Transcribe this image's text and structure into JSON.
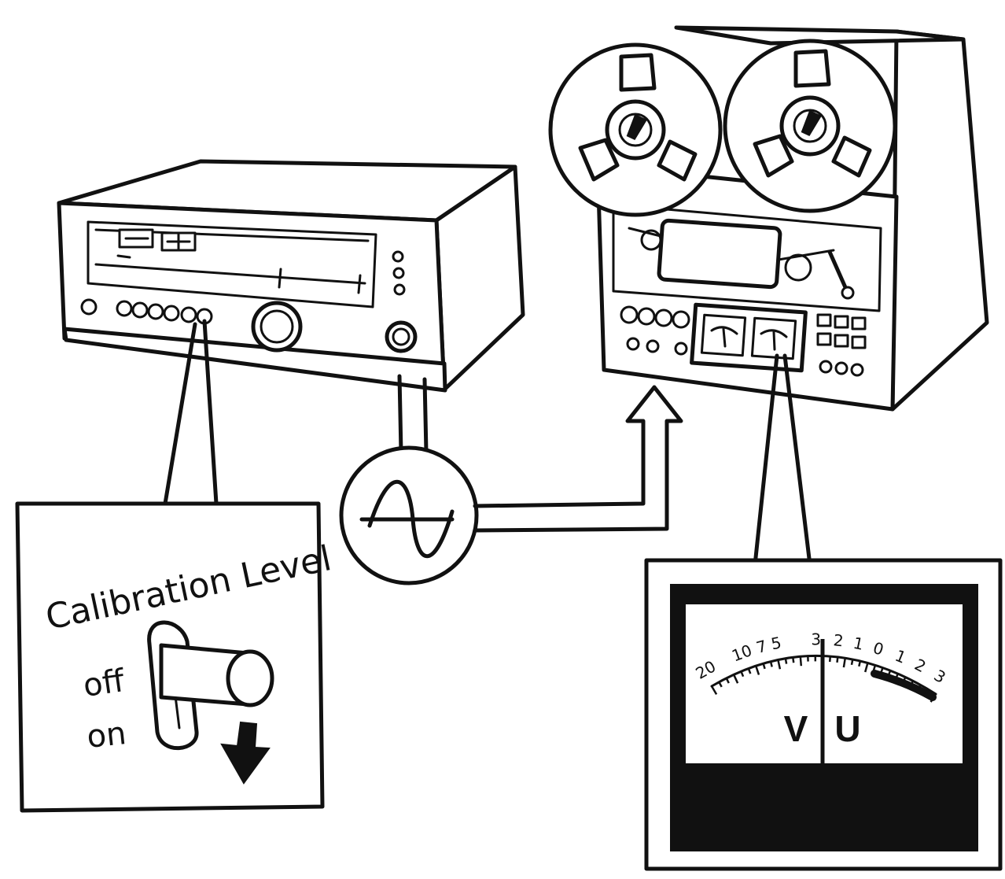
{
  "callout_left": {
    "title": "Calibration Level",
    "option_off": "off",
    "option_on": "on"
  },
  "vu_meter": {
    "scale_labels": [
      "20",
      "10",
      "7",
      "5",
      "3",
      "2",
      "1",
      "0",
      "1",
      "2",
      "3"
    ],
    "letter_left": "V",
    "letter_right": "U"
  },
  "colors": {
    "ink": "#111111",
    "paper": "#ffffff"
  }
}
